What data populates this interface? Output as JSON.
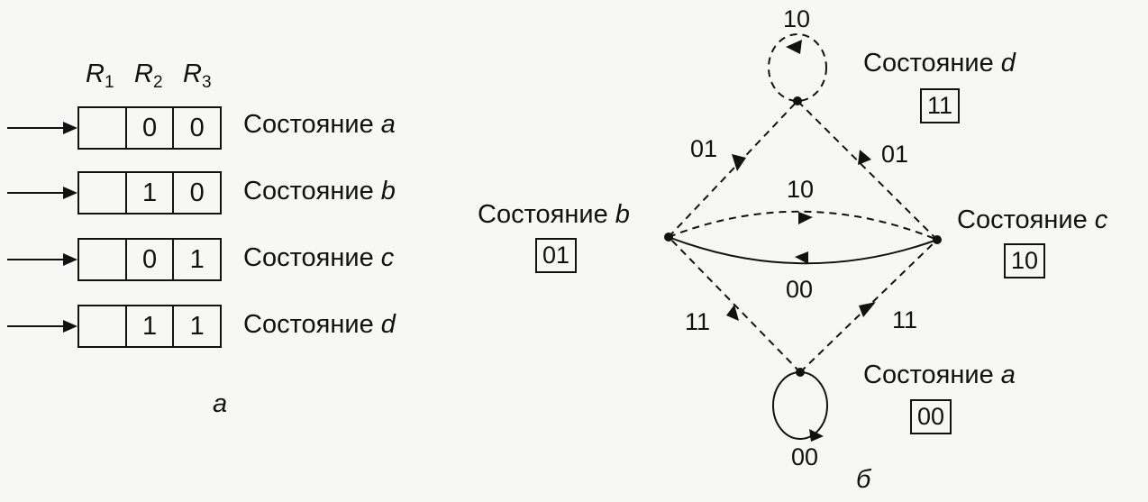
{
  "left": {
    "headers": [
      "R1",
      "R2",
      "R3"
    ],
    "rows": [
      {
        "cells": [
          "",
          "0",
          "0"
        ],
        "label": "Состояние",
        "state": "a"
      },
      {
        "cells": [
          "",
          "1",
          "0"
        ],
        "label": "Состояние",
        "state": "b"
      },
      {
        "cells": [
          "",
          "0",
          "1"
        ],
        "label": "Состояние",
        "state": "c"
      },
      {
        "cells": [
          "",
          "1",
          "1"
        ],
        "label": "Состояние",
        "state": "d"
      }
    ],
    "caption": "а"
  },
  "right": {
    "nodes": {
      "d": {
        "label": "Состояние",
        "state": "d",
        "code": "11"
      },
      "b": {
        "label": "Состояние",
        "state": "b",
        "code": "01"
      },
      "c": {
        "label": "Состояние",
        "state": "c",
        "code": "10"
      },
      "a": {
        "label": "Состояние",
        "state": "a",
        "code": "00"
      }
    },
    "edges": {
      "d_loop": "10",
      "b_to_d": "01",
      "c_to_d": "01",
      "b_to_c": "10",
      "c_to_b": "00",
      "a_to_b": "11",
      "a_to_c": "11",
      "a_loop": "00"
    },
    "caption": "б"
  }
}
